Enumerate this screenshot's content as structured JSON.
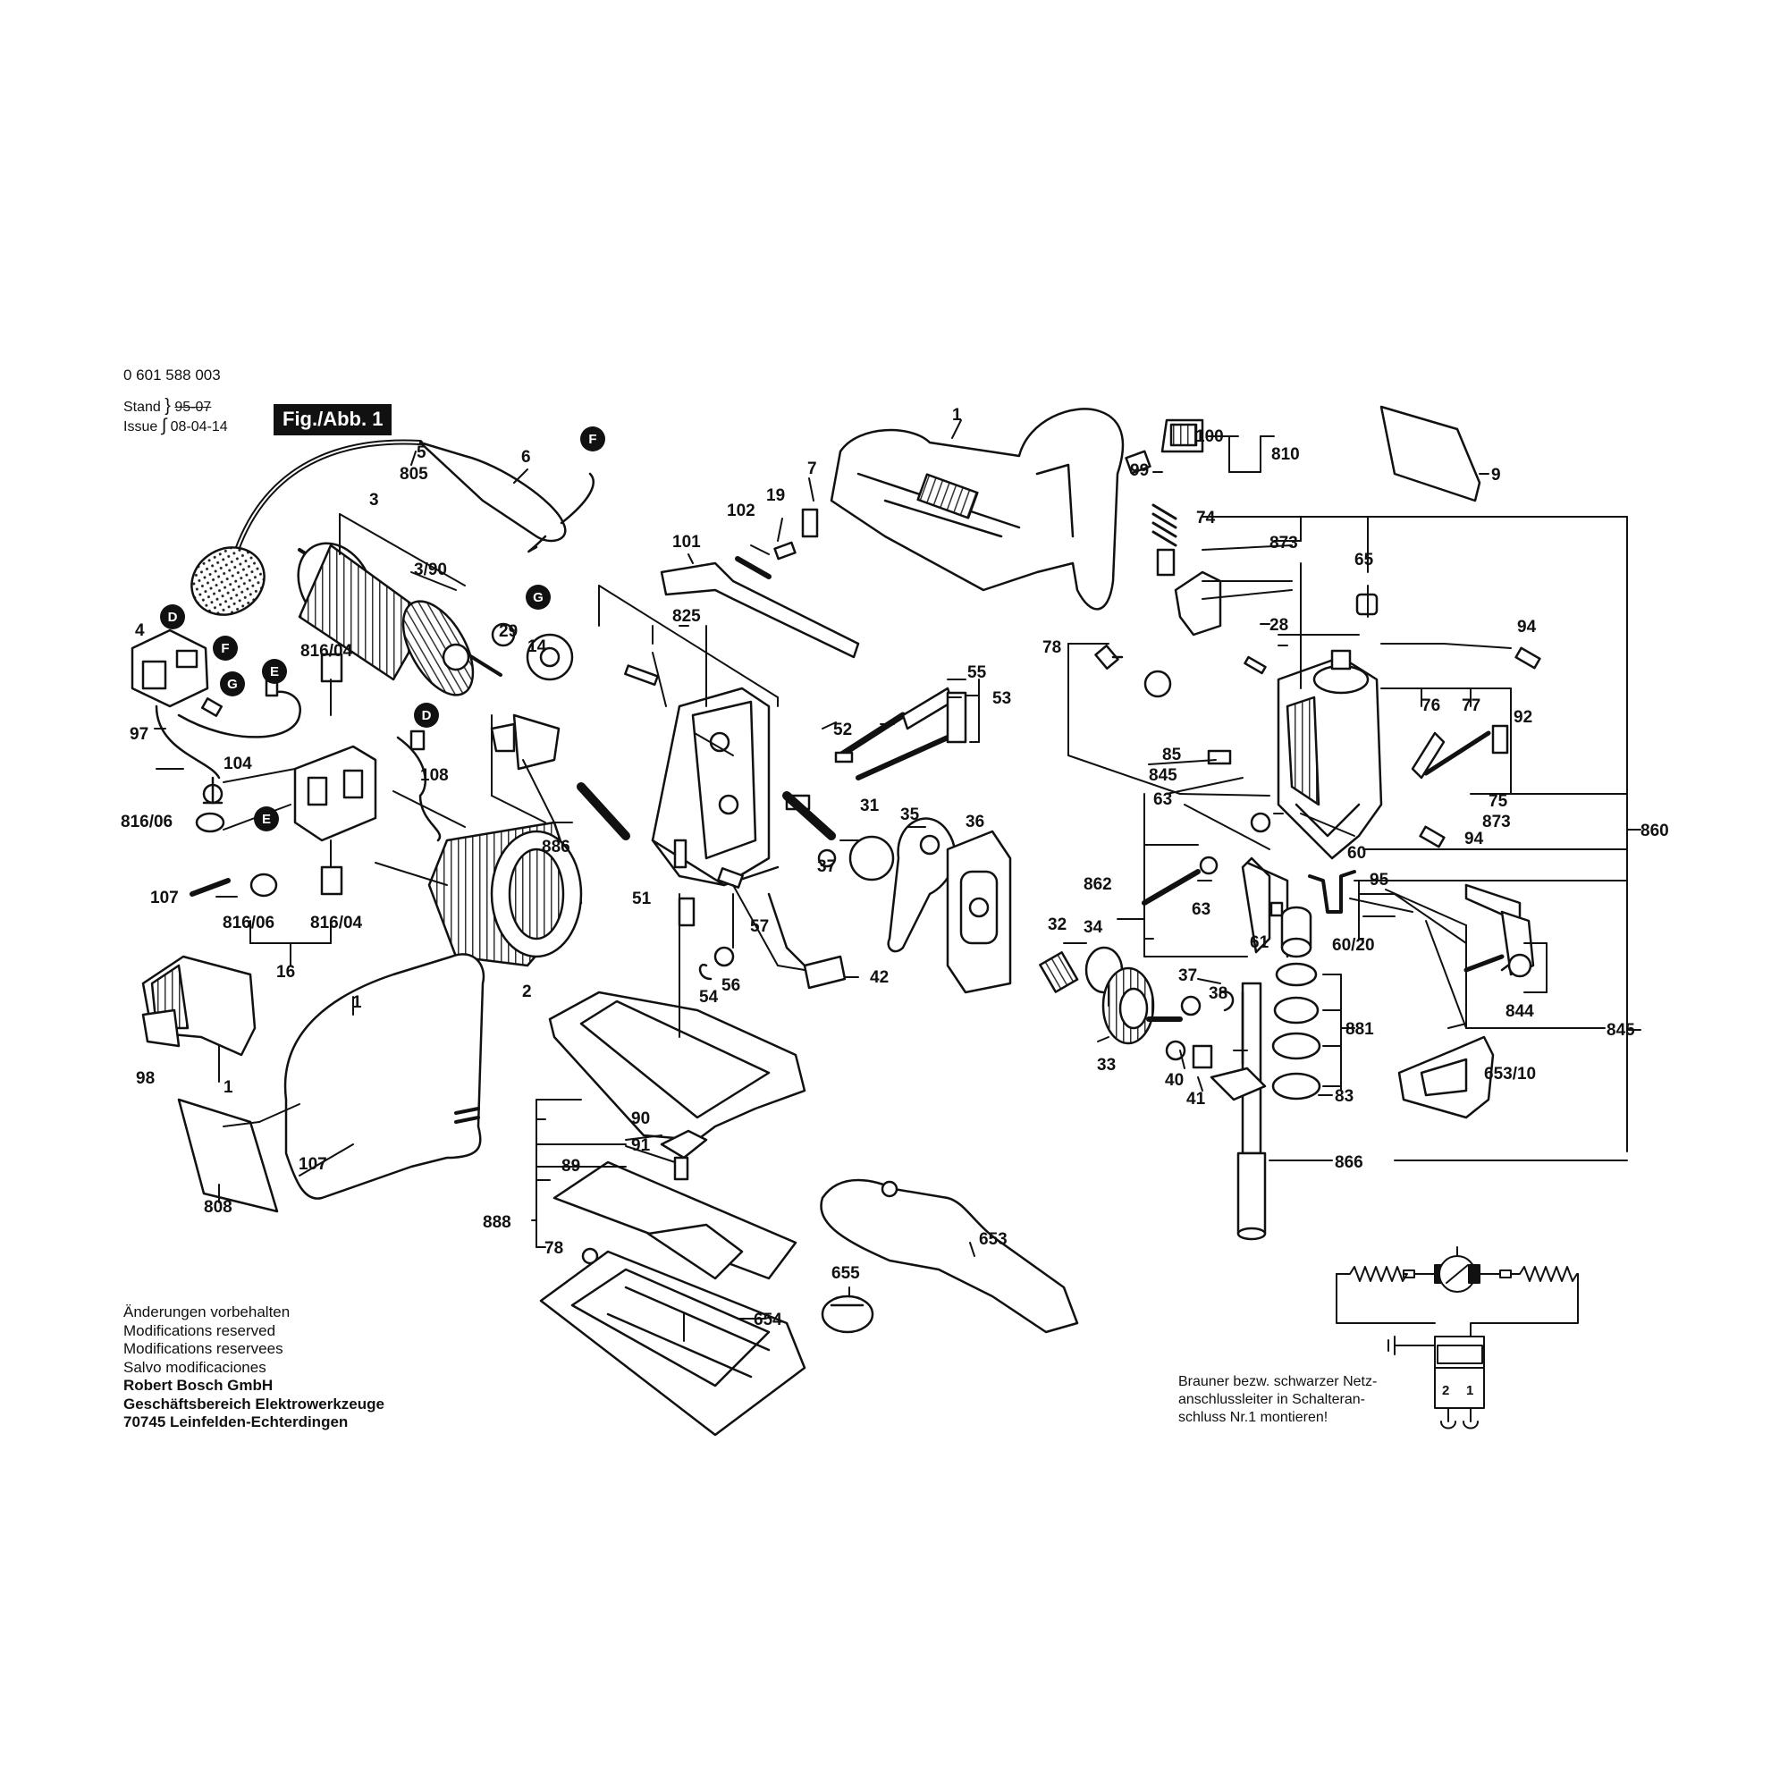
{
  "header": {
    "part_number": "0 601 588 003",
    "stand_label": "Stand",
    "issue_label": "Issue",
    "stand_date_struck": "95-07",
    "issue_date": "08-04-14",
    "figure_label": "Fig./Abb. 1"
  },
  "footer_notes": {
    "lines": [
      "Änderungen vorbehalten",
      "Modifications reserved",
      "Modifications reservees",
      "Salvo modificaciones"
    ],
    "company_lines": [
      "Robert Bosch GmbH",
      "Geschäftsbereich Elektrowerkzeuge",
      "70745 Leinfelden-Echterdingen"
    ]
  },
  "wiring_note": {
    "lines": [
      "Brauner bezw. schwarzer Netz-",
      "anschlussleiter in Schalteran-",
      "schluss Nr.1 montieren!"
    ],
    "terminal_labels": [
      "2",
      "1"
    ]
  },
  "connector_letters": [
    "D",
    "E",
    "F",
    "G"
  ],
  "part_labels": [
    "1",
    "2",
    "3",
    "3/90",
    "4",
    "5",
    "6",
    "7",
    "9",
    "14",
    "16",
    "19",
    "28",
    "29",
    "31",
    "32",
    "33",
    "34",
    "35",
    "36",
    "37",
    "38",
    "40",
    "41",
    "42",
    "51",
    "52",
    "53",
    "54",
    "55",
    "56",
    "57",
    "60",
    "60/20",
    "61",
    "63",
    "65",
    "74",
    "75",
    "76",
    "77",
    "78",
    "83",
    "85",
    "89",
    "90",
    "91",
    "92",
    "94",
    "95",
    "97",
    "98",
    "99",
    "100",
    "101",
    "102",
    "104",
    "107",
    "108",
    "653",
    "653/10",
    "654",
    "655",
    "805",
    "808",
    "810",
    "816/04",
    "816/06",
    "825",
    "844",
    "845",
    "860",
    "862",
    "866",
    "873",
    "881",
    "886",
    "888"
  ]
}
